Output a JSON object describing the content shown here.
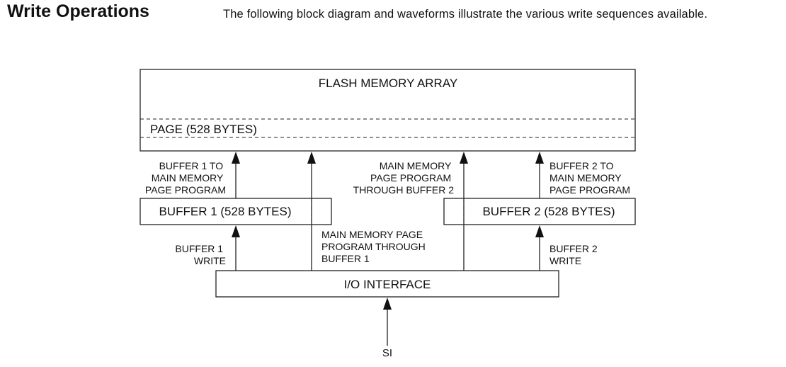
{
  "section": {
    "title": "Write Operations",
    "description": "The following block diagram and waveforms illustrate the various write sequences available."
  },
  "diagram": {
    "flash_array_label": "FLASH MEMORY ARRAY",
    "page_label": "PAGE (528 BYTES)",
    "buffer1_label": "BUFFER 1 (528 BYTES)",
    "buffer2_label": "BUFFER 2 (528 BYTES)",
    "io_label": "I/O INTERFACE",
    "si_label": "SI",
    "buffer1_to_main": [
      "BUFFER 1 TO",
      "MAIN MEMORY",
      "PAGE PROGRAM"
    ],
    "main_through_buffer2": [
      "MAIN MEMORY",
      "PAGE PROGRAM",
      "THROUGH BUFFER 2"
    ],
    "buffer2_to_main": [
      "BUFFER 2 TO",
      "MAIN MEMORY",
      "PAGE PROGRAM"
    ],
    "buffer1_write": [
      "BUFFER 1",
      "WRITE"
    ],
    "main_through_buffer1": [
      "MAIN MEMORY PAGE",
      "PROGRAM THROUGH",
      "BUFFER 1"
    ],
    "buffer2_write": [
      "BUFFER 2",
      "WRITE"
    ]
  }
}
